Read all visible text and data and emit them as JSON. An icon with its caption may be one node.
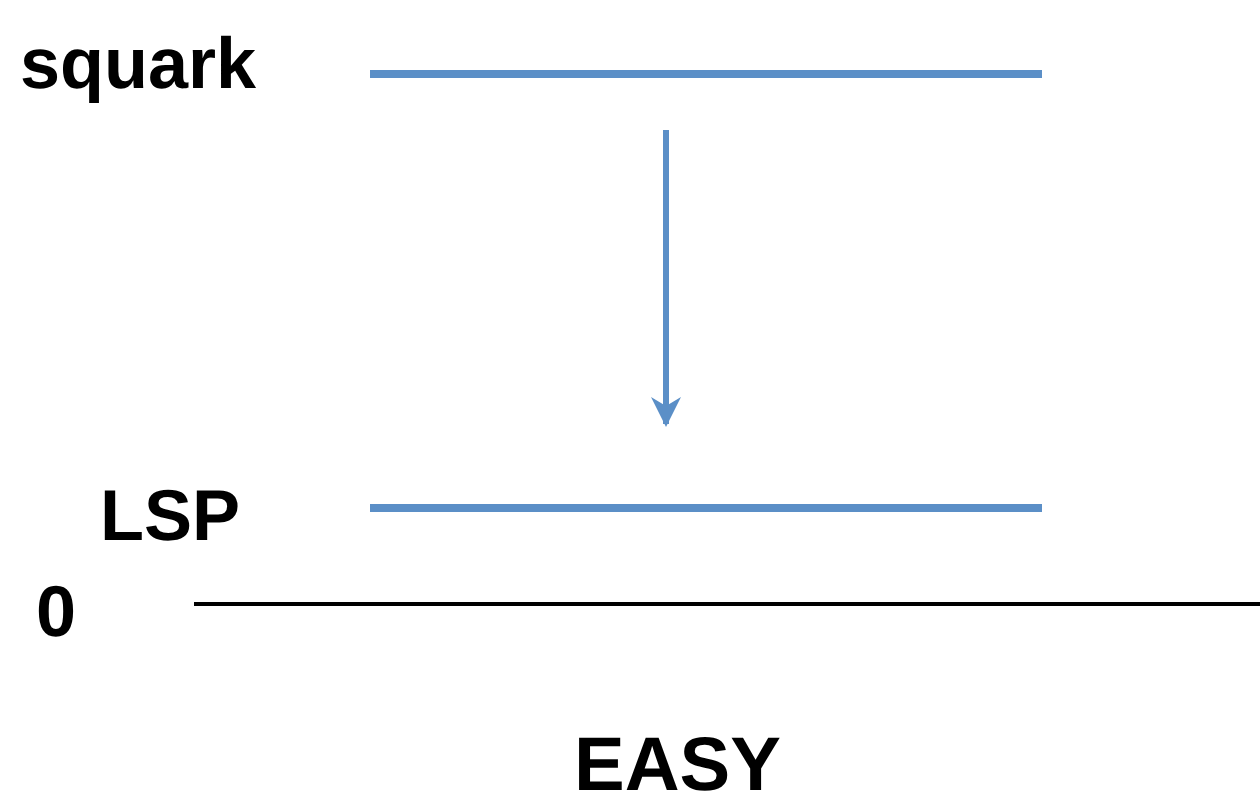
{
  "diagram": {
    "nodes": [
      {
        "text": [],
        "shape": "bar",
        "beside": [
          "squark"
        ]
      },
      {
        "text": [],
        "shape": "bar",
        "beside": [
          "LSP"
        ]
      }
    ],
    "edges": [
      {
        "from": 0,
        "to": 1,
        "arrow": "to"
      }
    ],
    "labels": [
      "0",
      "EASY"
    ]
  }
}
